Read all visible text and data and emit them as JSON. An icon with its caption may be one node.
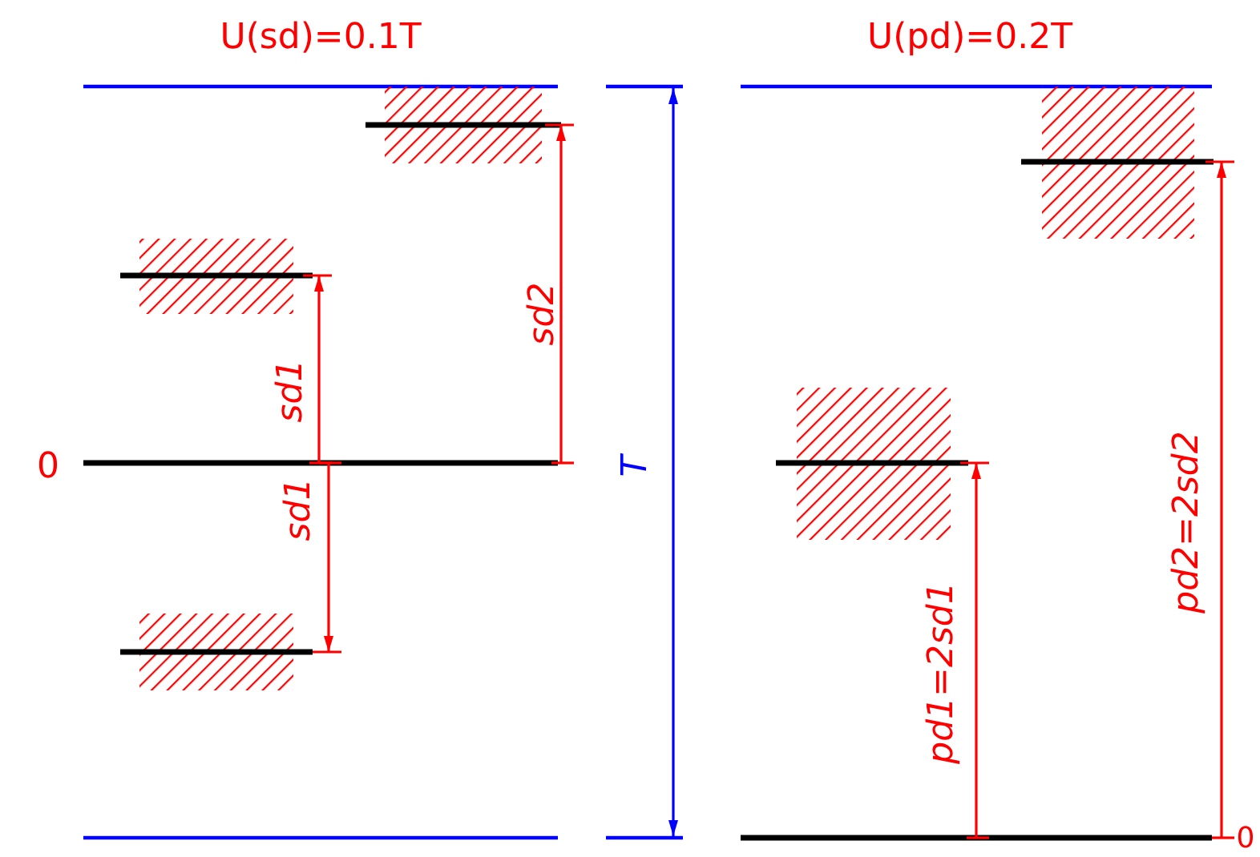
{
  "diagram": {
    "labels": [
      "U(sd)=0.1T",
      "U(pd)=0.2T",
      "sd2",
      "sd1",
      "0",
      "sd1",
      "T",
      "pd2=2sd2",
      "pd1=2sd1",
      "0"
    ]
  }
}
